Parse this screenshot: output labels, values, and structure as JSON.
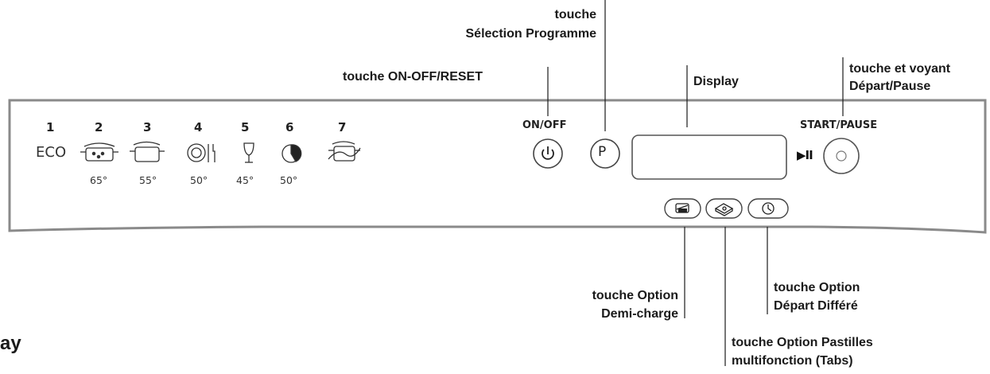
{
  "panel": {
    "programs": [
      {
        "number": "1",
        "name": "ECO",
        "icon": "eco-text",
        "temp": ""
      },
      {
        "number": "2",
        "icon": "intensive-pot-icon",
        "temp": "65°"
      },
      {
        "number": "3",
        "icon": "pot-icon",
        "temp": "55°"
      },
      {
        "number": "4",
        "icon": "plate-cutlery-icon",
        "temp": "50°"
      },
      {
        "number": "5",
        "icon": "wine-glass-icon",
        "temp": "45°"
      },
      {
        "number": "6",
        "icon": "quick-clock-icon",
        "temp": "50°"
      },
      {
        "number": "7",
        "icon": "prewash-pot-icon",
        "temp": ""
      }
    ],
    "onoff_caption": "ON/OFF",
    "program_button_label": "P",
    "startpause_caption": "START/PAUSE",
    "play_pause_symbol": "▶II",
    "option_buttons": [
      {
        "icon": "half-load-icon"
      },
      {
        "icon": "tabs-icon"
      },
      {
        "icon": "delay-clock-icon"
      }
    ]
  },
  "callouts": {
    "program_select": {
      "line1": "touche",
      "line2": "Sélection Programme"
    },
    "onoff_reset": "touche ON-OFF/RESET",
    "display": "Display",
    "start_pause": {
      "line1": "touche et voyant",
      "line2": "Départ/Pause"
    },
    "half_load": {
      "line1": "touche Option",
      "line2": "Demi-charge"
    },
    "delay": {
      "line1": "touche Option",
      "line2": "Départ Différé"
    },
    "tabs": {
      "line1": "touche Option Pastilles",
      "line2": "multifonction (Tabs)"
    }
  },
  "fragment": "ay"
}
